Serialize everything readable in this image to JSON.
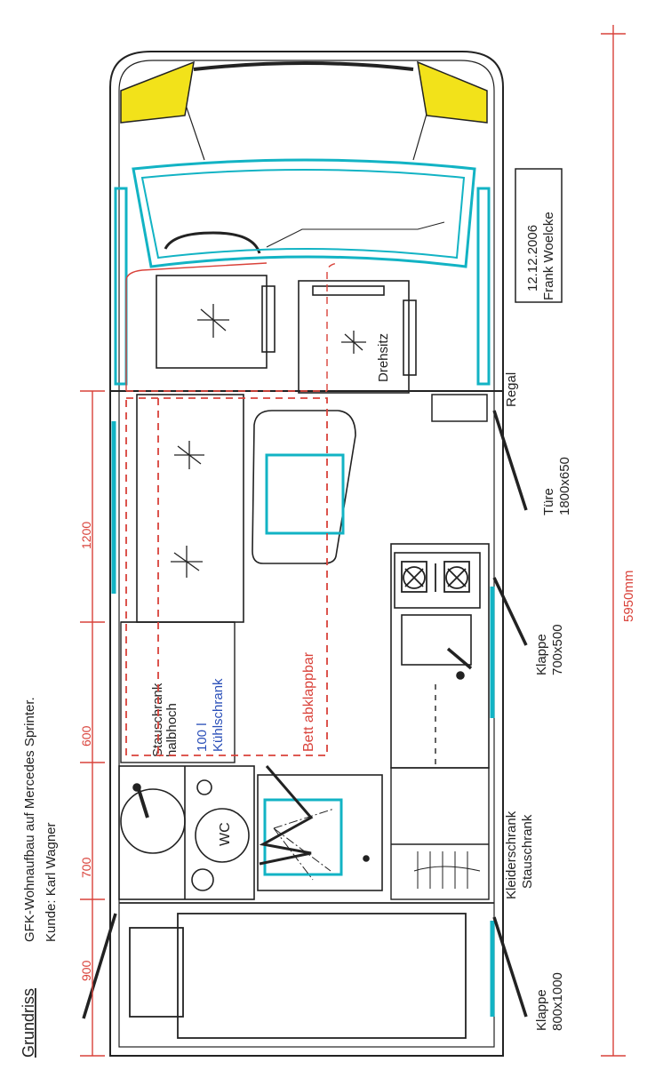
{
  "title": "Grundriss",
  "project": "GFK-Wohnaufbau auf Mercedes Sprinter.",
  "customer": "Kunde:  Karl  Wagner",
  "date": "12.12.2006",
  "author": "Frank Woelcke",
  "total_length": "5950mm",
  "dimensions": [
    "1200",
    "600",
    "700",
    "900"
  ],
  "labels": {
    "drehsitz": "Drehsitz",
    "regal": "Regal",
    "tuere_1": "Türe",
    "tuere_2": "1800x650",
    "klappe1_1": "Klappe",
    "klappe1_2": "700x500",
    "kleiderschrank_1": "Kleiderschrank",
    "kleiderschrank_2": "Stauschrank",
    "klappe2_1": "Klappe",
    "klappe2_2": "800x1000",
    "stauschrank_1": "Stauschrank",
    "stauschrank_2": "halbhoch",
    "kuehl_1": "100 l",
    "kuehl_2": "Kühlschrank",
    "bett": "Bett abklappbar",
    "wc": "WC"
  },
  "colors": {
    "line": "#222222",
    "cyan": "#12b3c4",
    "red": "#d9423a",
    "yellow": "#f2e21a",
    "blue_text": "#2a4fb8"
  }
}
